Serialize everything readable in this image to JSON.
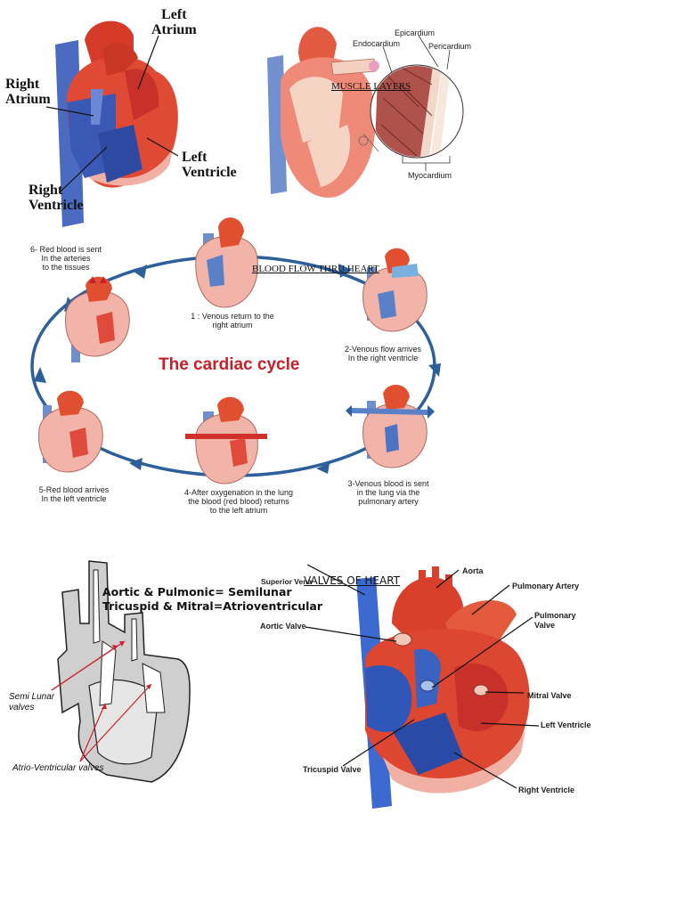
{
  "panel1": {
    "labels": {
      "left_atrium": "Left\nAtrium",
      "right_atrium": "Right\nAtrium",
      "left_ventricle": "Left\nVentricle",
      "right_ventricle": "Right\nVentricle"
    }
  },
  "panel2": {
    "labels": {
      "epicardium": "Epicardium",
      "endocardium": "Endocardium",
      "pericardium": "Pericardium",
      "myocardium": "Myocardium"
    },
    "caption": "MUSCLE LAYERS"
  },
  "panel3": {
    "title": "The cardiac cycle",
    "caption": "BLOOD FLOW THRU HEART",
    "steps": {
      "s1": "1 : Venous return to the\nright atrium",
      "s2": "2-Venous flow arrives\nIn the right ventricle",
      "s3": "3-Venous blood is sent\nin the lung via the\npulmonary artery",
      "s4": "4-After oxygenation in the lung\nthe blood (red blood) returns\nto the left atrium",
      "s5": "5-Red blood arrives\nIn the left ventricle",
      "s6": "6- Red blood is sent\nIn the arteries\nto the tissues"
    }
  },
  "panel4": {
    "line1": "Aortic & Pulmonic= Semilunar",
    "line2": "Tricuspid & Mitral=Atrioventricular",
    "semi_lunar": "Semi Lunar\nvalves",
    "av_valves": "Atrio-Ventricular valves"
  },
  "panel5": {
    "caption": "VALVES OF HEART",
    "labels": {
      "superior": "Superior Vena",
      "aorta": "Aorta",
      "pulm_artery": "Pulmonary Artery",
      "aortic_valve": "Aortic Valve",
      "pulm_valve": "Pulmonary\nValve",
      "mitral": "Mitral Valve",
      "left_ventricle": "Left Ventricle",
      "tricuspid": "Tricuspid Valve",
      "right_ventricle": "Right Ventricle"
    }
  },
  "colors": {
    "blue": "#3d5fa8",
    "red": "#d8402c",
    "pink": "#f2b4a8",
    "arrow": "#2d5f9a",
    "title": "#c8202a"
  }
}
